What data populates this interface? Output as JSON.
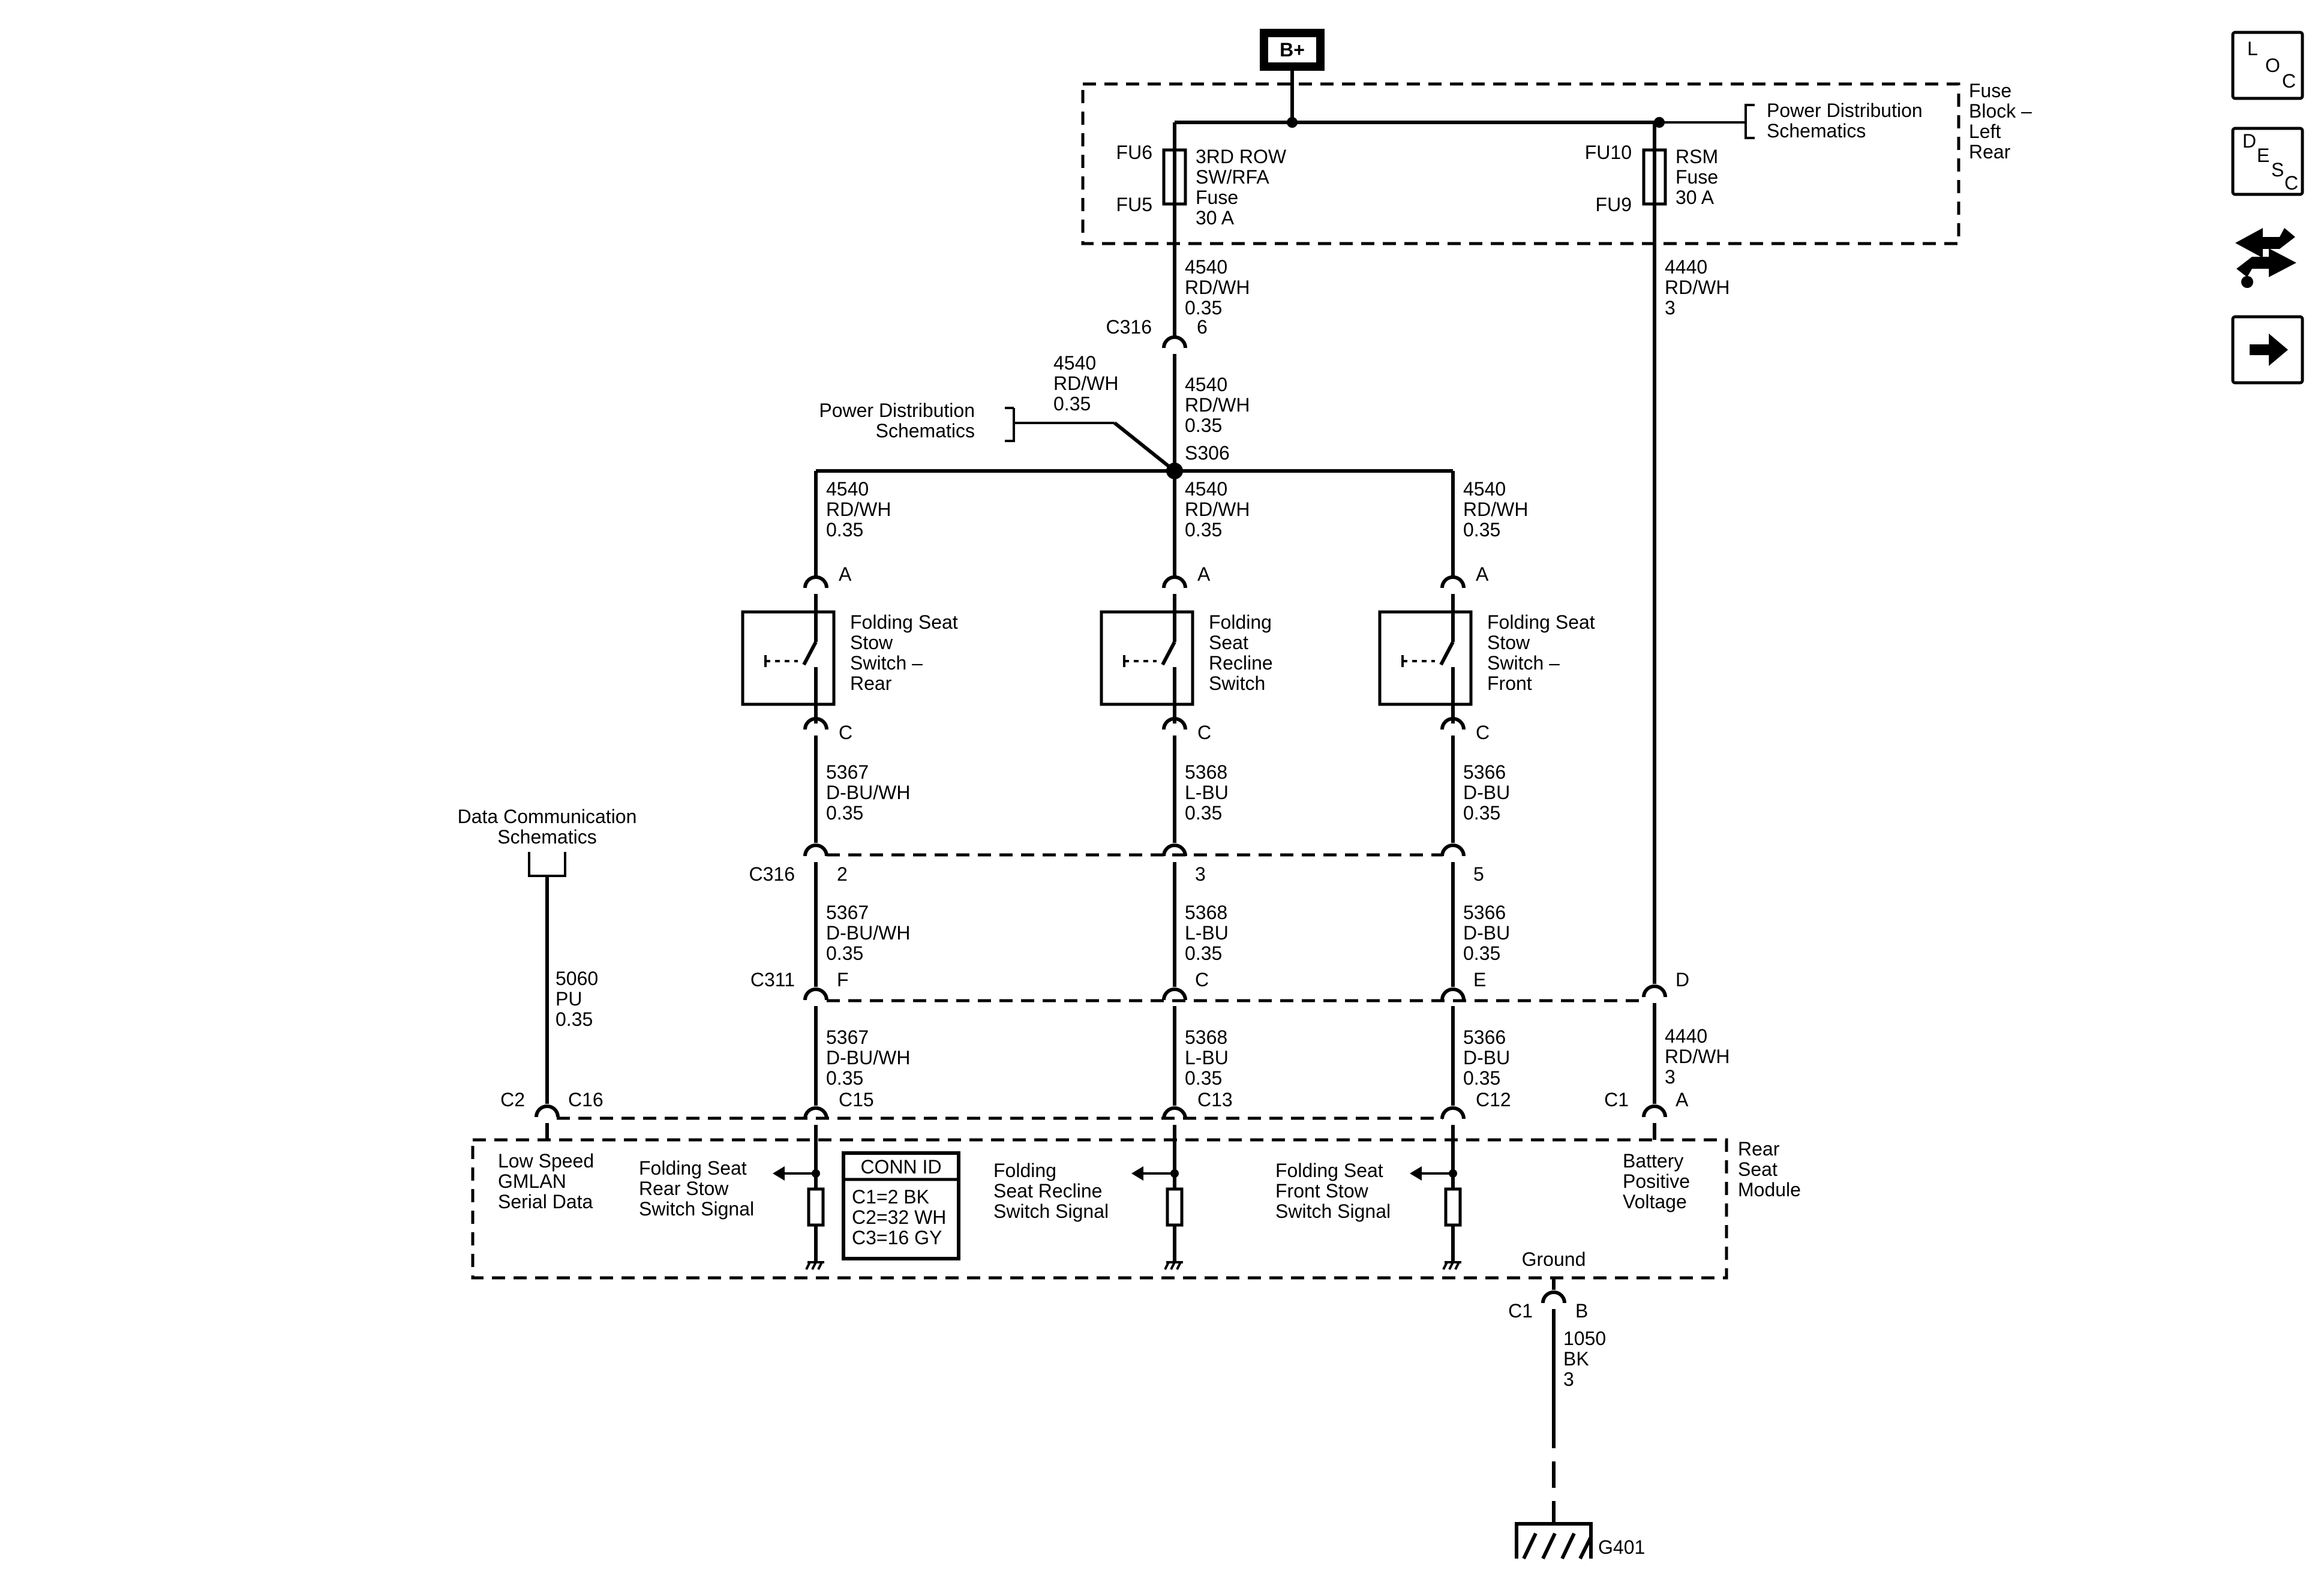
{
  "supply": {
    "label": "B+"
  },
  "fuse_block": {
    "name": [
      "Fuse",
      "Block –",
      "Left",
      "Rear"
    ],
    "power_dist_ref": [
      "Power Distribution",
      "Schematics"
    ],
    "fuse_left": {
      "top_id": "FU6",
      "bottom_id": "FU5",
      "name": [
        "3RD ROW",
        "SW/RFA",
        "Fuse",
        "30 A"
      ]
    },
    "fuse_right": {
      "top_id": "FU10",
      "bottom_id": "FU9",
      "name": [
        "RSM",
        "Fuse",
        "30 A"
      ]
    }
  },
  "wires": {
    "w4540_a": [
      "4540",
      "RD/WH",
      "0.35"
    ],
    "w4540_b": [
      "4540",
      "RD/WH",
      "0.35"
    ],
    "w4540_c": [
      "4540",
      "RD/WH",
      "0.35"
    ],
    "w4540_l": [
      "4540",
      "RD/WH",
      "0.35"
    ],
    "w4540_m": [
      "4540",
      "RD/WH",
      "0.35"
    ],
    "w4540_r": [
      "4540",
      "RD/WH",
      "0.35"
    ],
    "w4440_a": [
      "4440",
      "RD/WH",
      "3"
    ],
    "w4440_b": [
      "4440",
      "RD/WH",
      "3"
    ],
    "w5367_a": [
      "5367",
      "D-BU/WH",
      "0.35"
    ],
    "w5367_b": [
      "5367",
      "D-BU/WH",
      "0.35"
    ],
    "w5367_c": [
      "5367",
      "D-BU/WH",
      "0.35"
    ],
    "w5368_a": [
      "5368",
      "L-BU",
      "0.35"
    ],
    "w5368_b": [
      "5368",
      "L-BU",
      "0.35"
    ],
    "w5368_c": [
      "5368",
      "L-BU",
      "0.35"
    ],
    "w5366_a": [
      "5366",
      "D-BU",
      "0.35"
    ],
    "w5366_b": [
      "5366",
      "D-BU",
      "0.35"
    ],
    "w5366_c": [
      "5366",
      "D-BU",
      "0.35"
    ],
    "w5060": [
      "5060",
      "PU",
      "0.35"
    ],
    "w1050": [
      "1050",
      "BK",
      "3"
    ]
  },
  "splice": {
    "label": "S306"
  },
  "power_dist_ref2": [
    "Power Distribution",
    "Schematics"
  ],
  "data_comm_ref": [
    "Data Communication",
    "Schematics"
  ],
  "connectors": {
    "c316_top": {
      "name": "C316",
      "pin": "6"
    },
    "c316_mid": {
      "name": "C316",
      "pins": [
        "2",
        "3",
        "5"
      ]
    },
    "c311": {
      "name": "C311",
      "pins": [
        "F",
        "C",
        "E",
        "D"
      ]
    },
    "switch_pin_a": "A",
    "switch_pin_c": "C",
    "module_top": {
      "c2": "C2",
      "c16": "C16",
      "c15": "C15",
      "c13": "C13",
      "c12": "C12",
      "c1": "C1",
      "a": "A"
    },
    "ground": {
      "c1": "C1",
      "b": "B"
    }
  },
  "switches": {
    "rear": [
      "Folding Seat",
      "Stow",
      "Switch –",
      "Rear"
    ],
    "recline": [
      "Folding",
      "Seat",
      "Recline",
      "Switch"
    ],
    "front": [
      "Folding Seat",
      "Stow",
      "Switch –",
      "Front"
    ]
  },
  "module": {
    "name": [
      "Rear",
      "Seat",
      "Module"
    ],
    "gmlan": [
      "Low Speed",
      "GMLAN",
      "Serial Data"
    ],
    "rear_signal": [
      "Folding Seat",
      "Rear Stow",
      "Switch Signal"
    ],
    "recline_signal": [
      "Folding",
      "Seat Recline",
      "Switch Signal"
    ],
    "front_signal": [
      "Folding Seat",
      "Front Stow",
      "Switch Signal"
    ],
    "battery": [
      "Battery",
      "Positive",
      "Voltage"
    ],
    "ground_label": "Ground",
    "conn_id": {
      "title": "CONN ID",
      "rows": [
        "C1=2 BK",
        "C2=32 WH",
        "C3=16 GY"
      ]
    }
  },
  "ground_point": {
    "label": "G401"
  },
  "side_icons": {
    "loc": {
      "letters": [
        "L",
        "O",
        "C"
      ],
      "icon": "location-icon"
    },
    "desc": {
      "letters": [
        "D",
        "E",
        "S",
        "C"
      ],
      "icon": "description-icon"
    },
    "connector": {
      "icon": "connector-end-view-icon"
    },
    "next": {
      "icon": "next-page-arrow-icon"
    }
  }
}
